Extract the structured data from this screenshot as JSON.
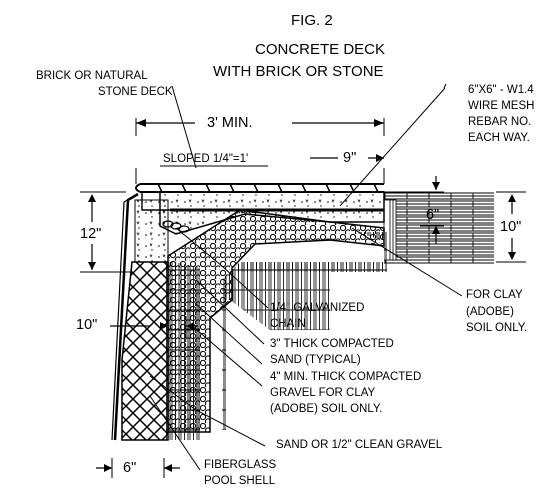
{
  "figure": {
    "number": "FIG. 2",
    "title_line1": "CONCRETE DECK",
    "title_line2": "WITH BRICK OR STONE"
  },
  "callouts": {
    "deck_line1": "BRICK OR NATURAL",
    "deck_line2": "STONE DECK",
    "mesh_line1": "6\"X6\" - W1.4",
    "mesh_line2": "WIRE MESH",
    "mesh_line3": "REBAR NO.",
    "mesh_line4": "EACH WAY.",
    "chain_line1": "1/4\" GALVANIZED",
    "chain_line2": "CHAIN",
    "sand_line1": "3\" THICK COMPACTED",
    "sand_line2": "SAND (TYPICAL)",
    "gravel_line1": "4\" MIN. THICK COMPACTED",
    "gravel_line2": "GRAVEL FOR CLAY",
    "gravel_line3": "(ADOBE) SOIL ONLY.",
    "clean_gravel": "SAND OR 1/2\" CLEAN GRAVEL",
    "shell_line1": "FIBERGLASS",
    "shell_line2": "POOL SHELL",
    "clay_line1": "FOR CLAY",
    "clay_line2": "(ADOBE)",
    "clay_line3": "SOIL ONLY.",
    "slope": "SLOPED 1/4\"=1'"
  },
  "dimensions": {
    "deck_width": "3' MIN.",
    "overhang": "9\"",
    "beam_depth": "12\"",
    "slab_thickness": "6\"",
    "edge_depth": "10\"",
    "gravel_width": "10\"",
    "wall_width": "6\""
  }
}
